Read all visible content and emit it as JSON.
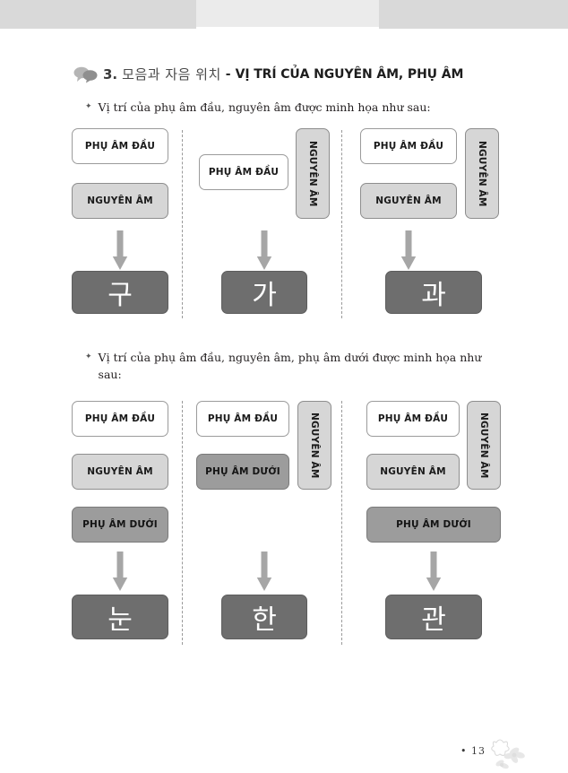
{
  "page": {
    "number_label": "• 13",
    "accent_gray": "#6e6e6e",
    "light_gray": "#d6d6d6",
    "medium_gray": "#9c9c9c"
  },
  "header": {
    "icon": "speech-bubbles-icon",
    "number": "3.",
    "title_ko": "모음과 자음 위치",
    "separator": "-",
    "title_vi": "VỊ TRÍ CỦA NGUYÊN ÂM, PHỤ ÂM"
  },
  "bullets": [
    {
      "mark": "✦",
      "text": "Vị trí của phụ âm đầu, nguyên âm được minh họa như sau:"
    },
    {
      "mark": "✦",
      "text": "Vị trí của phụ âm đầu, nguyên âm, phụ âm dưới được minh họa như sau:"
    }
  ],
  "labels": {
    "initial_consonant": "PHỤ ÂM ĐẦU",
    "vowel": "NGUYÊN ÂM",
    "final_consonant": "PHỤ ÂM DƯỚI"
  },
  "diagram1": {
    "columns": [
      {
        "id": "col-1",
        "boxes": [
          {
            "label": "PHỤ ÂM ĐẦU",
            "style": "white"
          },
          {
            "label": "NGUYÊN ÂM",
            "style": "light"
          }
        ],
        "result": "구"
      },
      {
        "id": "col-2",
        "boxes": [
          {
            "label": "PHỤ ÂM ĐẦU",
            "style": "white"
          },
          {
            "label": "NGUYÊN ÂM",
            "style": "light",
            "orientation": "vertical"
          }
        ],
        "result": "가"
      },
      {
        "id": "col-3",
        "boxes": [
          {
            "label": "PHỤ ÂM ĐẦU",
            "style": "white"
          },
          {
            "label": "NGUYÊN ÂM",
            "style": "light"
          },
          {
            "label": "NGUYÊN ÂM",
            "style": "light",
            "orientation": "vertical"
          }
        ],
        "result": "과"
      }
    ]
  },
  "diagram2": {
    "columns": [
      {
        "id": "col-1",
        "boxes": [
          {
            "label": "PHỤ ÂM ĐẦU",
            "style": "white"
          },
          {
            "label": "NGUYÊN ÂM",
            "style": "light"
          },
          {
            "label": "PHỤ ÂM DƯỚI",
            "style": "medium"
          }
        ],
        "result": "눈"
      },
      {
        "id": "col-2",
        "boxes": [
          {
            "label": "PHỤ ÂM ĐẦU",
            "style": "white"
          },
          {
            "label": "PHỤ ÂM DƯỚI",
            "style": "medium"
          },
          {
            "label": "NGUYÊN ÂM",
            "style": "light",
            "orientation": "vertical"
          }
        ],
        "result": "한"
      },
      {
        "id": "col-3",
        "boxes": [
          {
            "label": "PHỤ ÂM ĐẦU",
            "style": "white"
          },
          {
            "label": "NGUYÊN ÂM",
            "style": "light"
          },
          {
            "label": "NGUYÊN ÂM",
            "style": "light",
            "orientation": "vertical"
          },
          {
            "label": "PHỤ ÂM DƯỚI",
            "style": "medium"
          }
        ],
        "result": "관"
      }
    ]
  }
}
